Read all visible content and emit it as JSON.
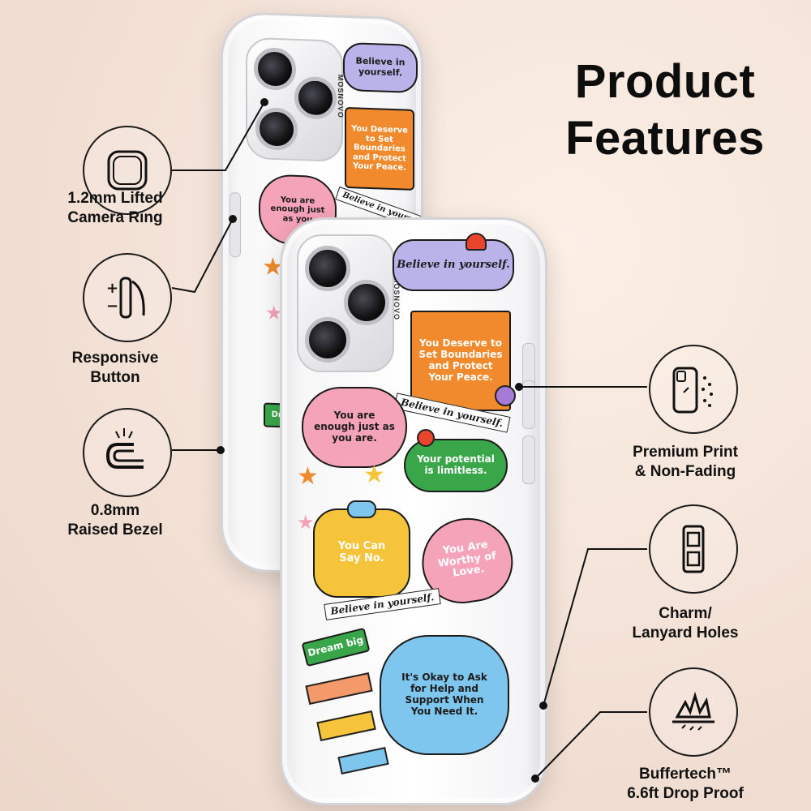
{
  "title": {
    "line1": "Product",
    "line2": "Features"
  },
  "features": {
    "camera_ring": {
      "icon": "camera-ring-icon",
      "line1": "1.2mm Lifted",
      "line2": "Camera Ring"
    },
    "button": {
      "icon": "responsive-button-icon",
      "line1": "Responsive",
      "line2": "Button",
      "plus": "+",
      "minus": "−"
    },
    "bezel": {
      "icon": "raised-bezel-icon",
      "line1": "0.8mm",
      "line2": "Raised Bezel"
    },
    "print": {
      "icon": "premium-print-icon",
      "line1": "Premium Print",
      "line2": "& Non-Fading"
    },
    "lanyard": {
      "icon": "lanyard-holes-icon",
      "line1": "Charm/",
      "line2": "Lanyard Holes"
    },
    "drop": {
      "icon": "drop-proof-icon",
      "line1": "Buffertech™",
      "line2": "6.6ft Drop Proof"
    }
  },
  "phone_front": {
    "brand": "MOSNOVO",
    "stickers": {
      "believe_cloud": "Believe in yourself.",
      "boundaries": "You Deserve to Set Boundaries and Protect Your Peace.",
      "believe_tag_1": "Believe in yourself.",
      "cat": "You are enough just as you are.",
      "potential": "Your potential is limitless.",
      "worthy": "You Are Worthy of Love.",
      "say_no": "You Can Say No.",
      "believe_tag_2": "Believe in yourself.",
      "dream": "Dream big",
      "okay": "It's Okay to Ask for Help and Support When You Need It."
    }
  },
  "phone_back": {
    "brand": "MOSNOVO",
    "stickers": {
      "believe_cloud": "Believe in yourself.",
      "boundaries": "You Deserve to Set Boundaries and Protect Your Peace.",
      "believe_tag": "Believe in yourself",
      "cat": "You are enough just as you",
      "dream": "Drea"
    }
  },
  "colors": {
    "background": "#f3e1d6",
    "sticker_purple": "#b9b3ea",
    "sticker_orange": "#f08a2c",
    "sticker_pink": "#f5a3b8",
    "sticker_green": "#3aa64a",
    "sticker_blue": "#7fc6ee",
    "sticker_yellow": "#f6c43a"
  }
}
